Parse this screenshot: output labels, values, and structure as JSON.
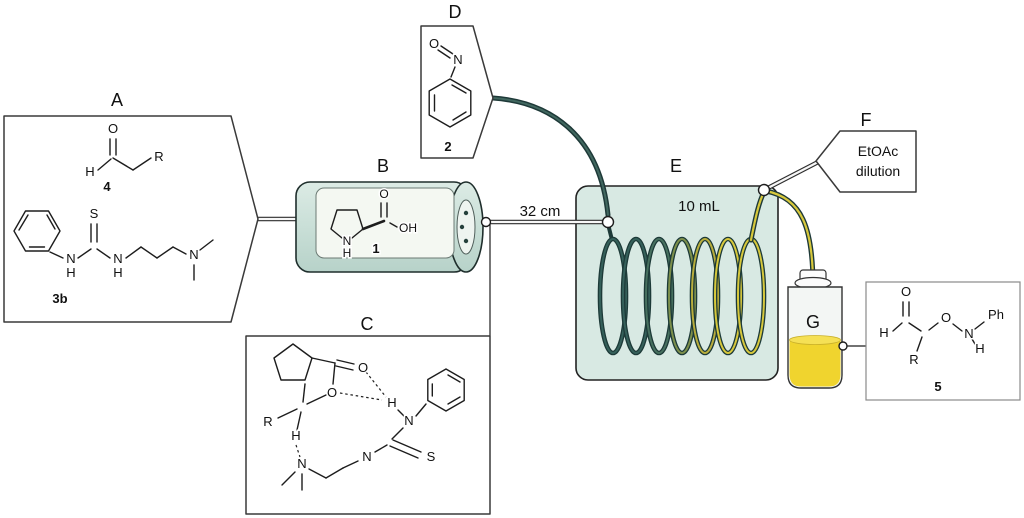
{
  "figure": {
    "section_labels": {
      "a": "A",
      "b": "B",
      "c": "C",
      "d": "D",
      "e": "E",
      "f": "F",
      "g": "G"
    },
    "annotations": {
      "tube_length": "32 cm",
      "coil_volume": "10 mL",
      "dilution_line1": "EtOAc",
      "dilution_line2": "dilution"
    },
    "compounds": {
      "aldehyde": {
        "number": "4",
        "atom_h": "H",
        "atom_o": "O",
        "atom_r": "R"
      },
      "thiourea": {
        "number": "3b",
        "atom_s": "S",
        "atom_n1": "N",
        "atom_h1": "H",
        "atom_n2": "N",
        "atom_h2": "H",
        "atom_n3": "N"
      },
      "proline": {
        "number": "1",
        "atom_o": "O",
        "atom_oh": "OH",
        "atom_n": "N",
        "atom_h": "H"
      },
      "nitrosobenzene": {
        "number": "2",
        "atom_o": "O",
        "atom_n": "N"
      },
      "transition_state": {
        "atom_r": "R",
        "atom_h_ch": "H",
        "atom_o_ring": "O",
        "atom_o_carbonyl": "O",
        "atom_h_nh": "H",
        "atom_n_aniline": "N",
        "atom_n_thiourea": "N",
        "atom_s": "S",
        "atom_n_amine": "N"
      },
      "product": {
        "number": "5",
        "atom_h": "H",
        "atom_o_carbonyl": "O",
        "atom_r": "R",
        "atom_o_ether": "O",
        "atom_n": "N",
        "atom_h_nh": "H",
        "atom_ph": "Ph"
      }
    },
    "colors": {
      "reactor_fill": "#d8e9e3",
      "column_fill": "#c9dfd7",
      "liquid_yellow": "#f0d42e",
      "tube_dark": "#1e3938",
      "coil_yellow": "#d7c83c"
    }
  }
}
